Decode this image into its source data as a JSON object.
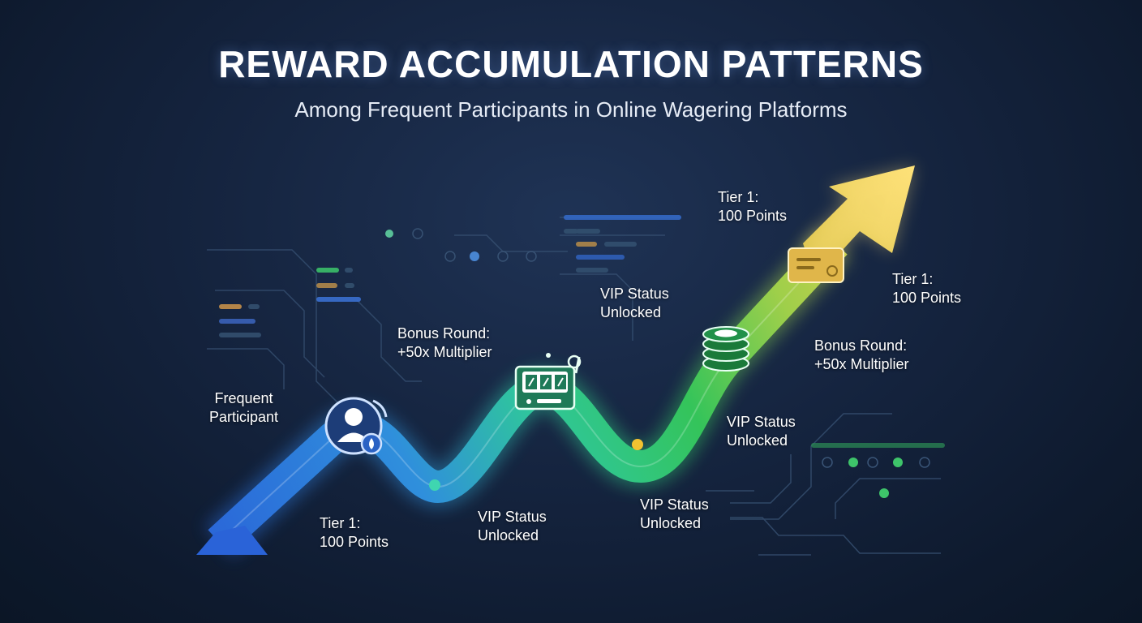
{
  "title": "REWARD ACCUMULATION PATTERNS",
  "subtitle": "Among Frequent Participants in Online Wagering Platforms",
  "labels": {
    "frequent_participant": [
      "Frequent",
      "Participant"
    ],
    "tier1_bottom": [
      "Tier 1:",
      "100 Points"
    ],
    "bonus_left": [
      "Bonus Round:",
      "+50x Multiplier"
    ],
    "vip_bottom_left": [
      "VIP Status",
      "Unlocked"
    ],
    "vip_mid_top": [
      "VIP Status",
      "Unlocked"
    ],
    "vip_bottom_mid": [
      "VIP Status",
      "Unlocked"
    ],
    "vip_right": [
      "VIP Status",
      "Unlocked"
    ],
    "bonus_right": [
      "Bonus Round:",
      "+50x Multiplier"
    ],
    "tier1_top": [
      "Tier 1:",
      "100 Points"
    ],
    "tier1_right": [
      "Tier 1:",
      "100 Points"
    ]
  },
  "icons": {
    "participant": "user-avatar-icon",
    "slot_machine": "slot-machine-icon",
    "chips": "poker-chip-stack-icon",
    "card": "reward-card-icon"
  },
  "colors": {
    "path_start": "#2f6fe0",
    "path_mid": "#2ec48a",
    "path_green": "#2fbf52",
    "path_end": "#f2c94c",
    "milestone_dot_teal": "#3fd6b0",
    "milestone_dot_gold": "#f2c230"
  }
}
